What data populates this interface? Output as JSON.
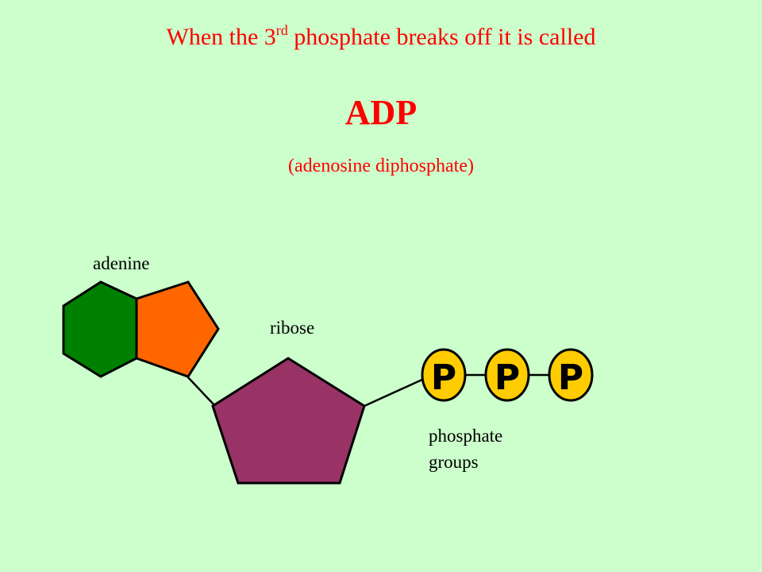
{
  "slide": {
    "heading_before": "When the 3",
    "heading_sup": "rd",
    "heading_after": " phosphate breaks off it is called",
    "term": "ADP",
    "term_full": "(adenosine diphosphate)"
  },
  "diagram": {
    "labels": {
      "adenine": "adenine",
      "ribose": "ribose",
      "phosphate_line1": "phosphate",
      "phosphate_line2": "groups"
    },
    "phosphates": [
      "P",
      "P",
      "P"
    ]
  },
  "colors": {
    "background": "#ccffcc",
    "title": "#ff0000",
    "adenine_hexagon": "#008000",
    "adenine_pentagon": "#ff6600",
    "ribose": "#993366",
    "phosphate": "#ffcc00"
  }
}
